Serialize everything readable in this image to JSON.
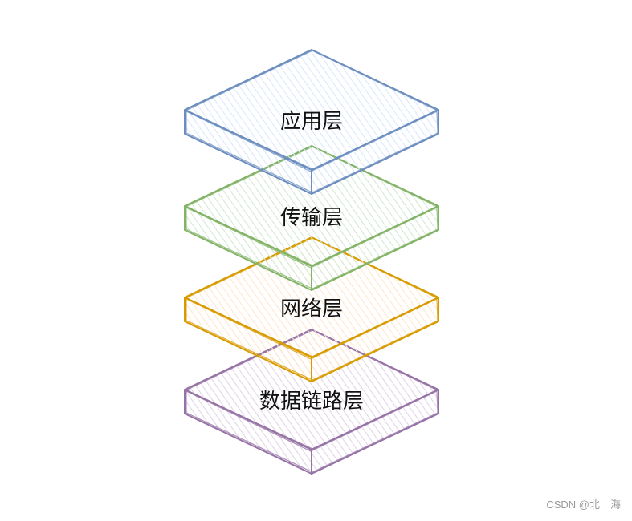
{
  "diagram": {
    "layers": [
      {
        "key": "application",
        "label": "应用层",
        "stroke": "#6c8ebf",
        "fill": "#dae8fc"
      },
      {
        "key": "transport",
        "label": "传输层",
        "stroke": "#82b366",
        "fill": "#d5e8d4"
      },
      {
        "key": "network",
        "label": "网络层",
        "stroke": "#d79b00",
        "fill": "#ffe6cc"
      },
      {
        "key": "datalink",
        "label": "数据链路层",
        "stroke": "#9673a6",
        "fill": "#e1d5e7"
      }
    ]
  },
  "watermark": {
    "text": "CSDN @北　海"
  }
}
